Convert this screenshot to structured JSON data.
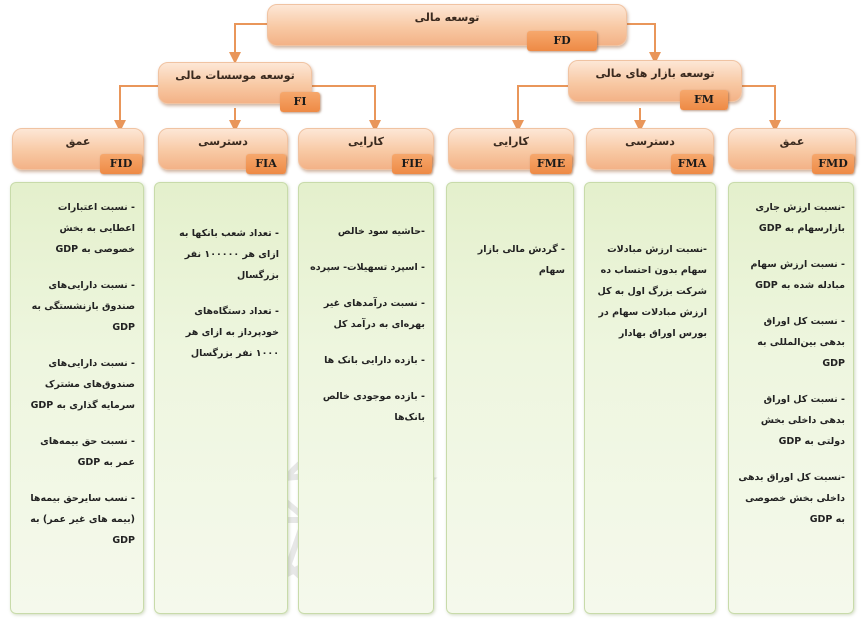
{
  "root": {
    "label": "توسعه مالی",
    "code": "FD"
  },
  "branches": {
    "fm": {
      "label": "توسعه بازار های مالی",
      "code": "FM"
    },
    "fi": {
      "label": "توسعه موسسات مالی",
      "code": "FI"
    }
  },
  "columns": {
    "fmd": {
      "label": "عمق",
      "code": "FMD",
      "items": [
        "-نسبت ارزش جاری بازارسهام به GDP",
        "- نسبت ارزش سهام مبادله شده به GDP",
        "- نسبت کل اوراق بدهی بین‌المللی به GDP",
        "- نسبت کل اوراق بدهی داخلی بخش دولتی به GDP",
        "-نسبت کل اوراق بدهی داخلی بخش خصوصی به GDP"
      ]
    },
    "fma": {
      "label": "دسترسی",
      "code": "FMA",
      "items": [
        "-نسبت ارزش مبادلات سهام بدون احتساب ده شرکت بزرگ اول به کل ارزش مبادلات سهام در بورس اوراق بهادار"
      ]
    },
    "fme": {
      "label": "کارایی",
      "code": "FME",
      "items": [
        "- گردش مالی بازار سهام"
      ]
    },
    "fie": {
      "label": "کارایی",
      "code": "FIE",
      "items": [
        "-حاشیه سود خالص",
        "- اسپرد تسهیلات- سپرده",
        "- نسبت درآمدهای غیر بهره‌ای به درآمد کل",
        "- بازده دارایی بانک ها",
        "- بازده موجودی خالص بانک‌ها"
      ]
    },
    "fia": {
      "label": "دسترسی",
      "code": "FIA",
      "items": [
        "- تعداد شعب بانکها به ازای هر ۱۰۰۰۰۰ نفر بزرگسال",
        "- تعداد دستگاه‌های خودپرداز به ازای هر ۱۰۰۰ نفر بزرگسال"
      ]
    },
    "fid": {
      "label": "عمق",
      "code": "FID",
      "items": [
        "- نسبت اعتبارات اعطایی به بخش خصوصی به GDP",
        "- نسبت دارایی‌های صندوق بازنشستگی به GDP",
        "- نسبت دارایی‌های صندوق‌های مشترک سرمایه گذاری به GDP",
        "- نسبت حق بیمه‌های عمر به GDP",
        "- نسب سایرحق بیمه‌ها (بیمه های غیر عمر) به GDP"
      ]
    }
  },
  "colors": {
    "header": "#f8c9a4",
    "tag": "#ee8a45",
    "column": "#eef6df",
    "arrow": "#e9965a"
  },
  "watermark": "logo-rosette"
}
